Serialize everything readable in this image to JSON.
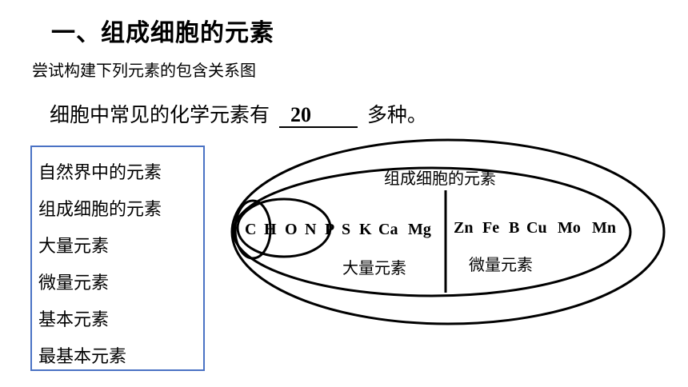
{
  "header": {
    "title": "一、组成细胞的元素",
    "subtitle": "尝试构建下列元素的包含关系图"
  },
  "statement": {
    "before": "细胞中常见的化学元素有",
    "answer": "20",
    "after": "多种。"
  },
  "legend": {
    "items": [
      "自然界中的元素",
      "组成细胞的元素",
      "大量元素",
      "微量元素",
      "基本元素",
      "最基本元素"
    ],
    "border_color": "#4a72c4"
  },
  "diagram": {
    "cell_elements_label": "组成细胞的元素",
    "macro_label": "大量元素",
    "micro_label": "微量元素",
    "macro_elements": [
      "C",
      "H",
      "O",
      "N",
      "P",
      "S",
      "K",
      "Ca",
      "Mg"
    ],
    "micro_elements": [
      "Zn",
      "Fe",
      "B",
      "Cu",
      "Mo",
      "Mn"
    ]
  }
}
